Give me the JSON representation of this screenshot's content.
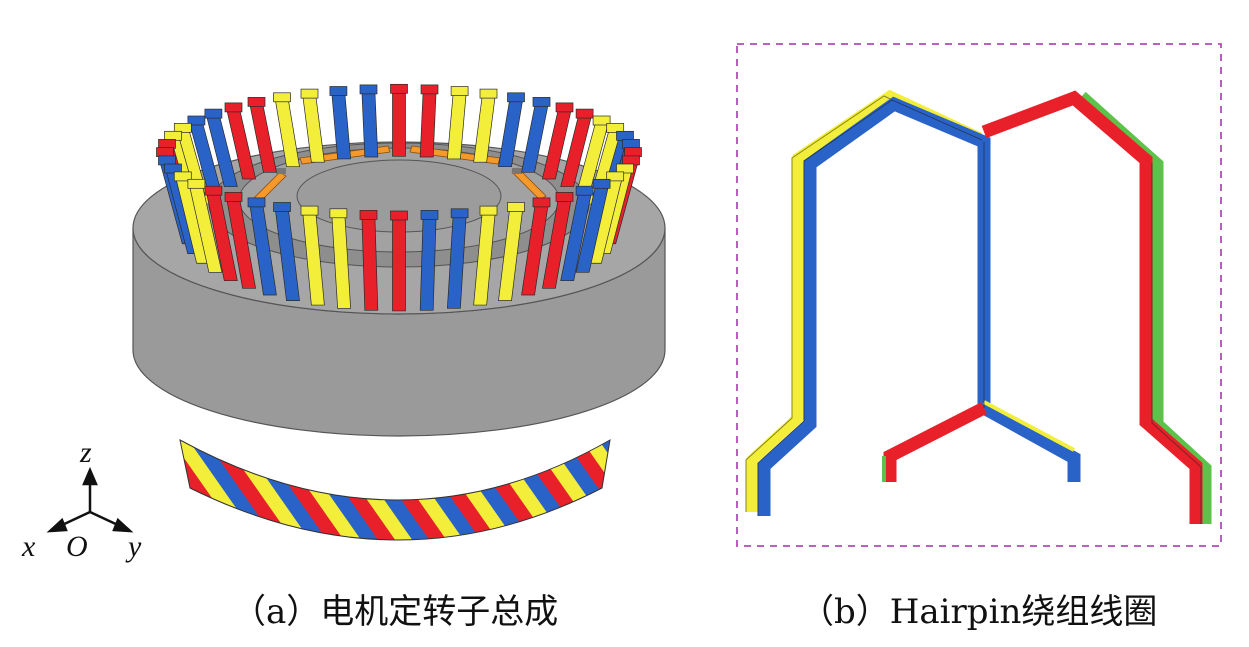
{
  "captions": {
    "a": "（a）电机定转子总成",
    "b": "（b）Hairpin绕组线圈"
  },
  "axes": {
    "z": "z",
    "x": "x",
    "origin": "O",
    "y": "y"
  },
  "colors": {
    "phase_red": "#e8202a",
    "phase_yellow": "#f2ee3a",
    "phase_blue": "#2a63c8",
    "green": "#5cc24a",
    "core_gray": "#9a9a9a",
    "rotor_magnet": "#f59a2a",
    "frame_dash": "#b04cb8"
  }
}
